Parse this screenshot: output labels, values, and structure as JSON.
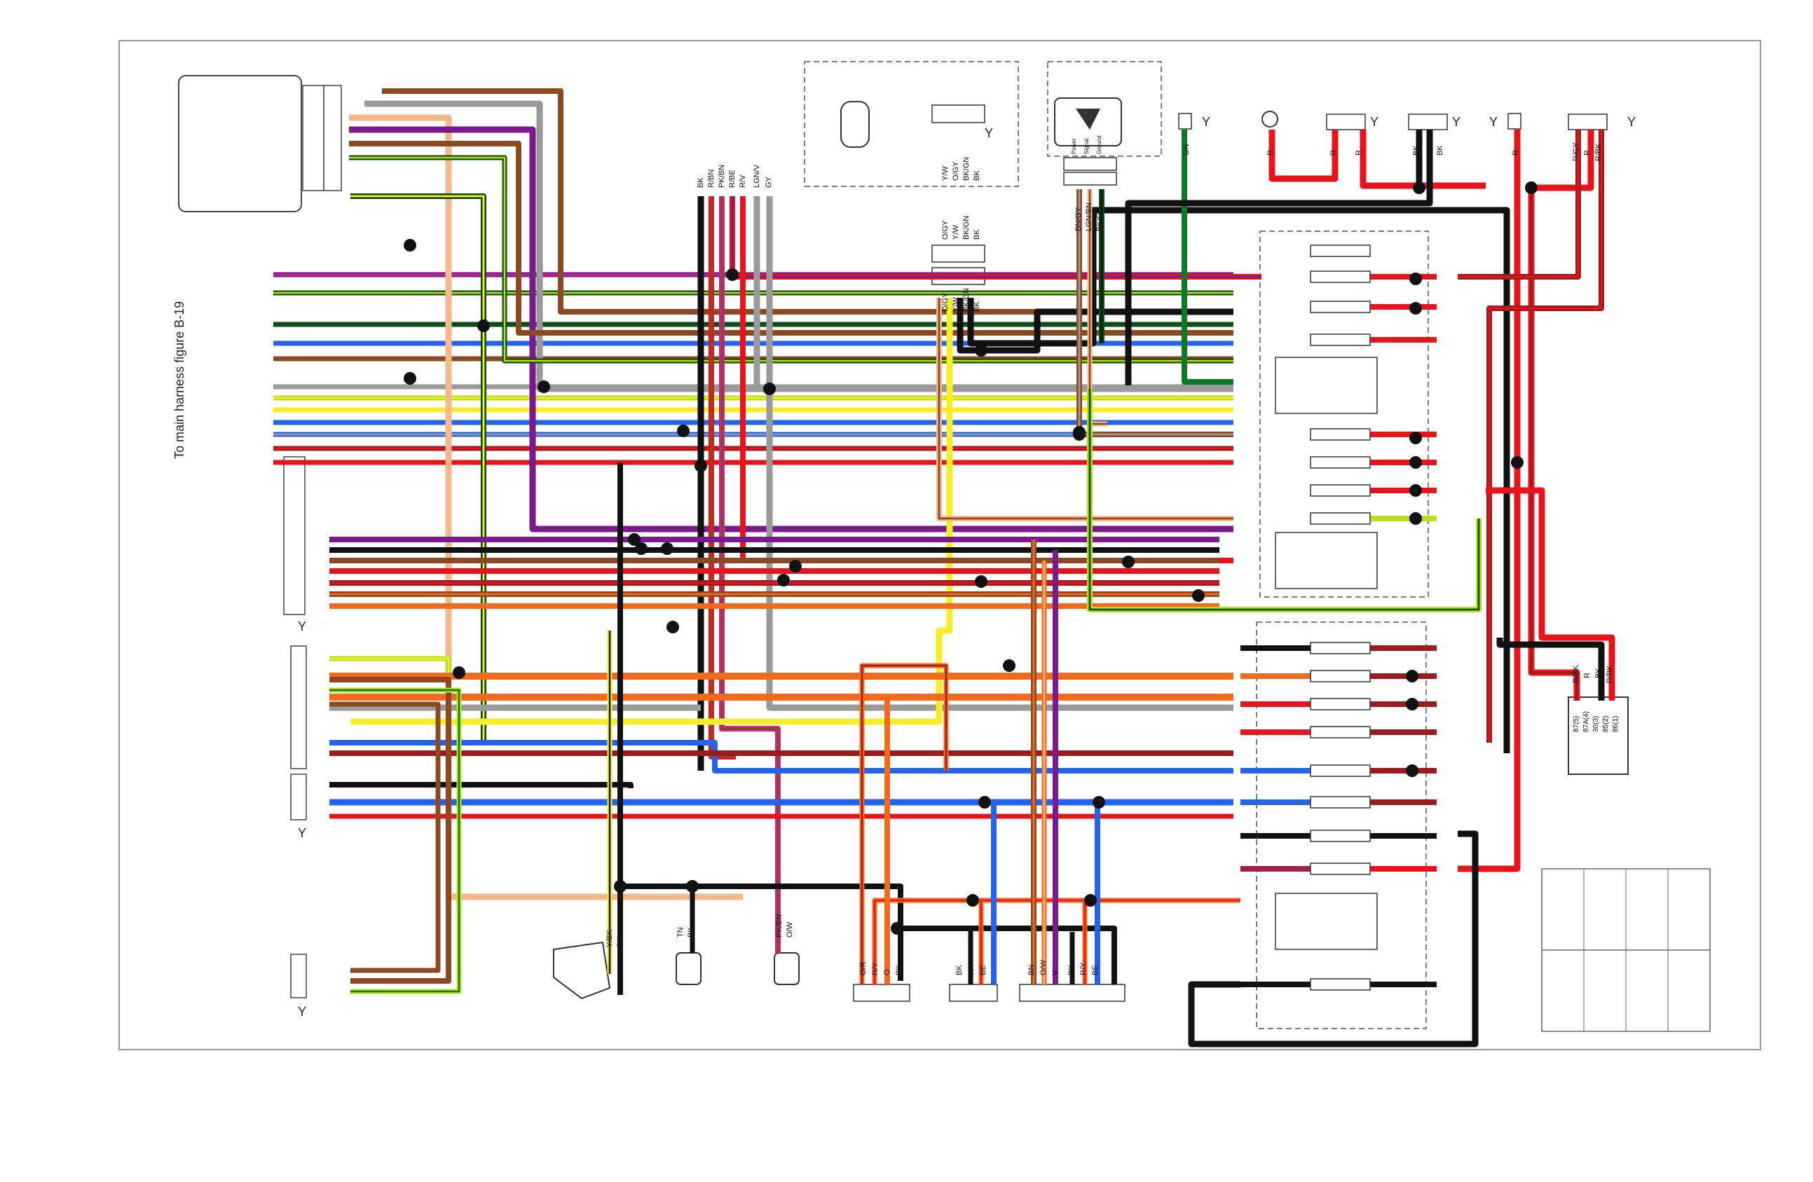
{
  "side_label": "To main harness figure B-19",
  "colors": {
    "black": "#111111",
    "red": "#e8141b",
    "dark_red": "#9b1b1f",
    "orange": "#f26a1b",
    "brown": "#8b4a23",
    "tan": "#f5b98b",
    "yellow": "#f6ee2a",
    "green": "#0c7a22",
    "dark_green": "#0e4d18",
    "lime": "#b8e016",
    "blue": "#2563e8",
    "violet": "#7a1a8c",
    "pink": "#c2278f",
    "gray": "#9a9a9a",
    "purple_red": "#a01e4e"
  },
  "top_connectors": {
    "c1": [
      "BK",
      "R/BN",
      "PK/BN",
      "R/BE",
      "R/V",
      "LGN/V",
      "GY"
    ],
    "c2_upper": [
      "Y/W",
      "O/GY",
      "BK/GN",
      "BK"
    ],
    "c2_lower": [
      "O/GY",
      "Y/W",
      "BK/GN",
      "BK"
    ],
    "c2_bottom": [
      "O/GY",
      "Y/W",
      "BK/GN",
      "BK"
    ],
    "c3": [
      "BN/GY",
      "LGN/BN",
      "BK/GN"
    ],
    "c3_pins": [
      "Power",
      "Signal",
      "Ground"
    ],
    "c4": [
      "GN"
    ],
    "c5": [
      "R"
    ],
    "c6": [
      "R",
      "R"
    ],
    "c7": [
      "BK",
      "BK"
    ],
    "c8": [
      "R"
    ],
    "c9": [
      "R/GY",
      "R",
      "R/BK"
    ]
  },
  "relay": {
    "wires": [
      "R/BK",
      "R",
      "BK",
      "R/BK"
    ],
    "pins": [
      "87(5)",
      "87A(4)",
      "30(3)",
      "85(2)",
      "86(1)"
    ]
  },
  "bottom_connectors": {
    "ground_sensor": [
      "Y/BK",
      "BK"
    ],
    "temp_sensor": [
      "TN",
      "BK"
    ],
    "oil_switch": [
      "PK/BN",
      "O/W"
    ],
    "b1": [
      "O/R",
      "R/Y",
      "O",
      "BK"
    ],
    "b2": [
      "BK",
      "R/Y",
      "BE"
    ],
    "b3": [
      "BN",
      "O/W",
      "V",
      "BK",
      "R/Y",
      "BE"
    ]
  },
  "marks": {
    "y": "Y"
  }
}
